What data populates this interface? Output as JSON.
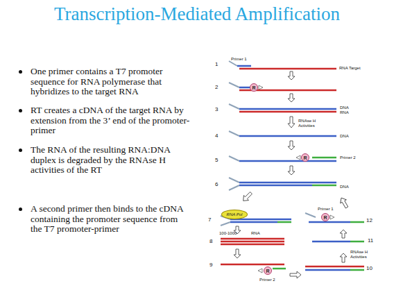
{
  "diagram": {
    "title": "Transcription-Mediated Amplification",
    "nodes": [
      {
        "text": [
          "R"
        ]
      },
      {
        "text": [
          "R"
        ]
      },
      {
        "text": [
          "RNA Pol"
        ]
      },
      {
        "text": [
          "R"
        ]
      },
      {
        "text": [
          "R"
        ]
      }
    ],
    "labels": [
      "One primer contains a T7 promoter sequence for RNA polymerase that hybridizes to the target RNA",
      "RT creates a cDNA of the target RNA by extension from the 3’ end of the promoter-primer",
      "The RNA of the resulting RNA:DNA duplex is degraded by the RNAse H activities of the RT",
      "A second primer then binds to the cDNA containing the promoter sequence from the T7 promoter-primer",
      "1",
      "Primer 1",
      "RNA Target",
      "2",
      "3",
      "DNA",
      "RNA",
      "RNAse H Activities",
      "4",
      "DNA",
      "5",
      "Primer 2",
      "6",
      "DNA",
      "7",
      "Primer 1",
      "12",
      "100-1000",
      "8",
      "RNA",
      "11",
      "RNAse H Activities",
      "9",
      "Primer 2",
      "10"
    ]
  }
}
